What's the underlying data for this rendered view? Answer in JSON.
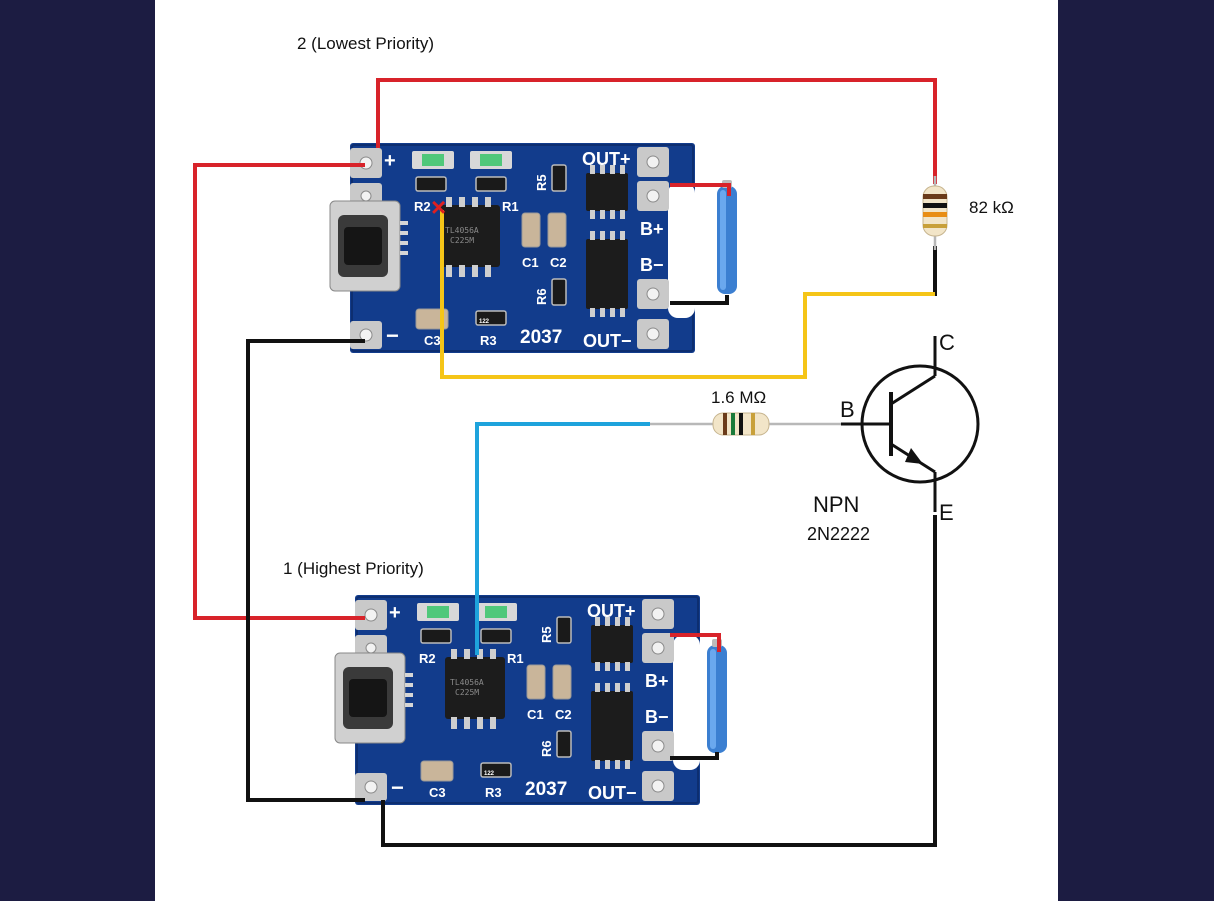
{
  "labels": {
    "board_top": "2 (Lowest Priority)",
    "board_bottom": "1 (Highest Priority)",
    "resistor_collector": "82 kΩ",
    "resistor_base": "1.6 MΩ",
    "transistor_type": "NPN",
    "transistor_part": "2N2222",
    "pin_c": "C",
    "pin_b": "B",
    "pin_e": "E"
  },
  "board_silk": {
    "plus": "+",
    "minus": "−",
    "out_plus": "OUT+",
    "out_minus": "OUT−",
    "b_plus": "B+",
    "b_minus": "B−",
    "r1": "R1",
    "r2": "R2",
    "r3": "R3",
    "r5": "R5",
    "r6": "R6",
    "c1": "C1",
    "c2": "C2",
    "c3": "C3",
    "code": "2037",
    "chip_line1": "TL4056A",
    "chip_line2": "C225M",
    "res_code": "122"
  },
  "colors": {
    "wire_red": "#d8232a",
    "wire_black": "#111111",
    "wire_yellow": "#f5c518",
    "wire_blue": "#1ea3dc",
    "board_blue": "#123c8c",
    "background": "#1c1c42",
    "marker_x": "#e02020"
  },
  "markers": {
    "cut_mark": "×"
  }
}
